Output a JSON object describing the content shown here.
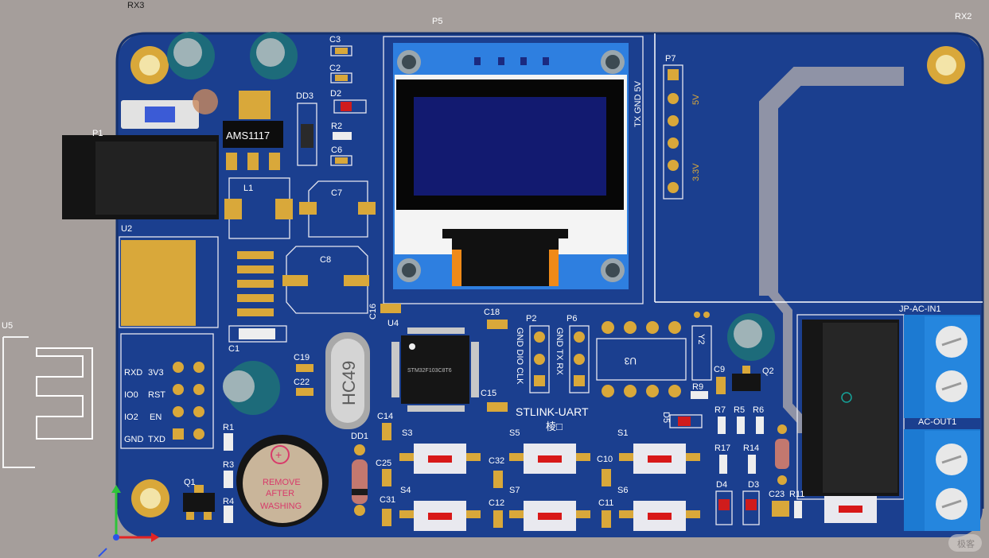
{
  "board": {
    "colors": {
      "background": "#a59e9b",
      "pcb": "#1b3f8f",
      "silk": "#ffffff",
      "gold": "#d9a83a",
      "trace": "#b7b0ad"
    },
    "mounting_holes": [
      "RX3",
      "RX2"
    ]
  },
  "labels": {
    "rx3": "RX3",
    "p5": "P5",
    "rx2": "RX2",
    "p1": "P1",
    "u2": "U2",
    "u5": "U5",
    "ams": "AMS1117",
    "dd3": "DD3",
    "l1": "L1",
    "c7": "C7",
    "c8": "C8",
    "c1": "C1",
    "c2": "C2",
    "c3": "C3",
    "d2": "D2",
    "r2": "R2",
    "c6": "C6",
    "c16": "C16",
    "u4": "U4",
    "c18": "C18",
    "c15": "C15",
    "c19": "C19",
    "c22": "C22",
    "c14": "C14",
    "c25": "C25",
    "c31": "C31",
    "c32": "C32",
    "c12": "C12",
    "c10": "C10",
    "c11": "C11",
    "c9": "C9",
    "c23": "C23",
    "hc49": "HC49",
    "dd1": "DD1",
    "p2": "P2",
    "p6": "P6",
    "u3": "U3",
    "y2": "Y2",
    "q1": "Q1",
    "q2": "Q2",
    "p7": "P7",
    "jp_in": "JP-AC-IN1",
    "jp_out": "AC-OUT1",
    "r1": "R1",
    "r3": "R3",
    "r4": "R4",
    "r5": "R5",
    "r6": "R6",
    "r7": "R7",
    "r9": "R9",
    "r11": "R11",
    "r14": "R14",
    "r17": "R17",
    "d3": "D3",
    "d4": "D4",
    "d5": "D5",
    "s1": "S1",
    "s3": "S3",
    "s4": "S4",
    "s5": "S5",
    "s6": "S6",
    "s7": "S7",
    "stlink": "STLINK-UART",
    "stlink_sub": "棱□",
    "p2_pins": "GND DIO CLK",
    "p6_pins": "GND TX RX",
    "oled_pins": "TX GND 5V",
    "p7_5v": "5V",
    "p7_33v": "3.3V",
    "esp_pins": [
      "RXD",
      "3V3",
      "IO0",
      "RST",
      "IO2",
      "EN",
      "GND",
      "TXD"
    ],
    "buzzer_text": [
      "REMOVE",
      "AFTER",
      "WASHING"
    ],
    "mcu_text": "STM32F103C8T6",
    "watermark": "极客"
  }
}
